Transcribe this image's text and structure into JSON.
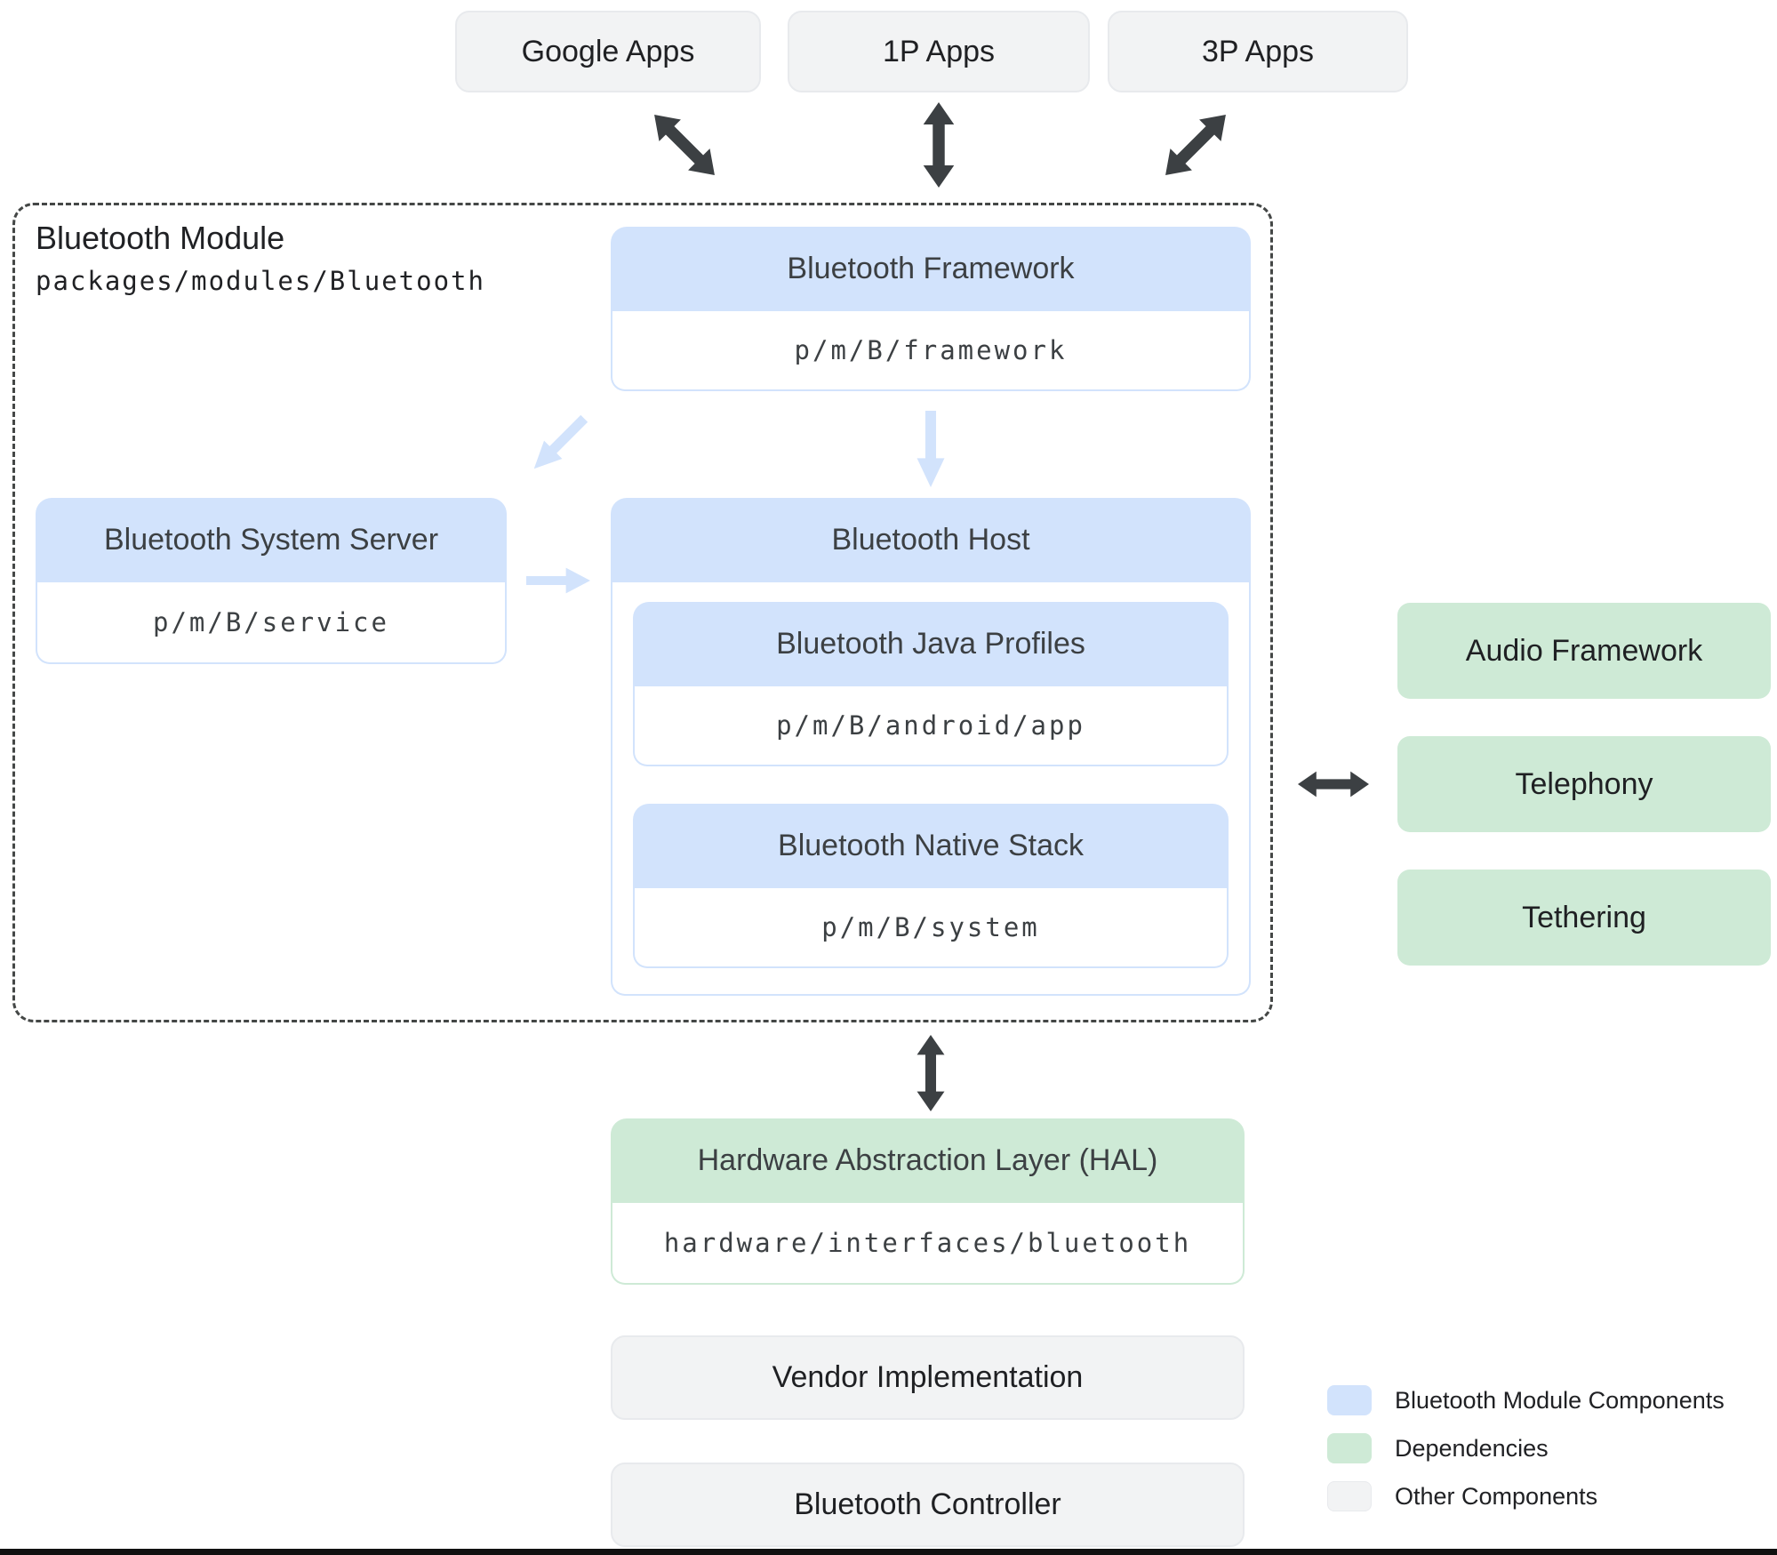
{
  "top_apps": {
    "items": [
      {
        "label": "Google Apps"
      },
      {
        "label": "1P Apps"
      },
      {
        "label": "3P Apps"
      }
    ]
  },
  "module": {
    "title": "Bluetooth Module",
    "path": "packages/modules/Bluetooth",
    "framework": {
      "title": "Bluetooth Framework",
      "path": "p/m/B/framework"
    },
    "system_server": {
      "title": "Bluetooth System Server",
      "path": "p/m/B/service"
    },
    "host": {
      "title": "Bluetooth Host",
      "java_profiles": {
        "title": "Bluetooth Java Profiles",
        "path": "p/m/B/android/app"
      },
      "native_stack": {
        "title": "Bluetooth Native Stack",
        "path": "p/m/B/system"
      }
    }
  },
  "dependencies": {
    "items": [
      {
        "label": "Audio Framework"
      },
      {
        "label": "Telephony"
      },
      {
        "label": "Tethering"
      }
    ]
  },
  "hal": {
    "title": "Hardware Abstraction Layer (HAL)",
    "path": "hardware/interfaces/bluetooth"
  },
  "other_components": {
    "items": [
      {
        "label": "Vendor Implementation"
      },
      {
        "label": "Bluetooth Controller"
      }
    ]
  },
  "legend": {
    "items": [
      {
        "label": "Bluetooth Module Components",
        "color": "#d2e3fc"
      },
      {
        "label": "Dependencies",
        "color": "#ceead6"
      },
      {
        "label": "Other Components",
        "color": "#f2f3f4"
      }
    ]
  },
  "colors": {
    "module_component_fill": "#d2e3fc",
    "dependency_fill": "#ceead6",
    "other_fill": "#f2f3f4",
    "dark_arrow": "#3c4043",
    "light_arrow": "#d2e3fc",
    "dashed_border": "#444746"
  }
}
